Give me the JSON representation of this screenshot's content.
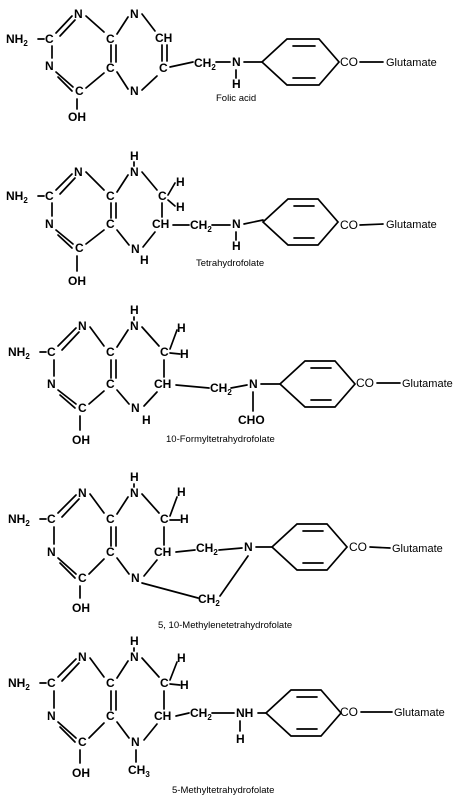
{
  "figure": {
    "compounds": [
      {
        "name": "Folic acid",
        "side_label": "Glutamate",
        "carbonyl": "CO",
        "amine": "NH",
        "amine_sub": "2"
      },
      {
        "name": "Tetrahydrofolate",
        "side_label": "Glutamate",
        "carbonyl": "CO",
        "amine": "NH",
        "amine_sub": "2"
      },
      {
        "name": "10-Formyltetrahydrofolate",
        "side_label": "Glutamate",
        "carbonyl": "CO",
        "amine": "NH",
        "amine_sub": "2",
        "formyl": "CHO"
      },
      {
        "name": "5, 10-Methylenetetrahydrofolate",
        "side_label": "Glutamate",
        "carbonyl": "CO",
        "amine": "NH",
        "amine_sub": "2"
      },
      {
        "name": "5-Methyltetrahydrofolate",
        "side_label": "Glutamate",
        "carbonyl": "CO",
        "amine": "NH",
        "amine_sub": "2"
      }
    ],
    "atom_labels": {
      "N": "N",
      "C": "C",
      "H": "H",
      "OH": "OH",
      "CH": "CH",
      "CH2": "CH",
      "CH3": "CH",
      "sub2": "2",
      "sub3": "3"
    }
  }
}
